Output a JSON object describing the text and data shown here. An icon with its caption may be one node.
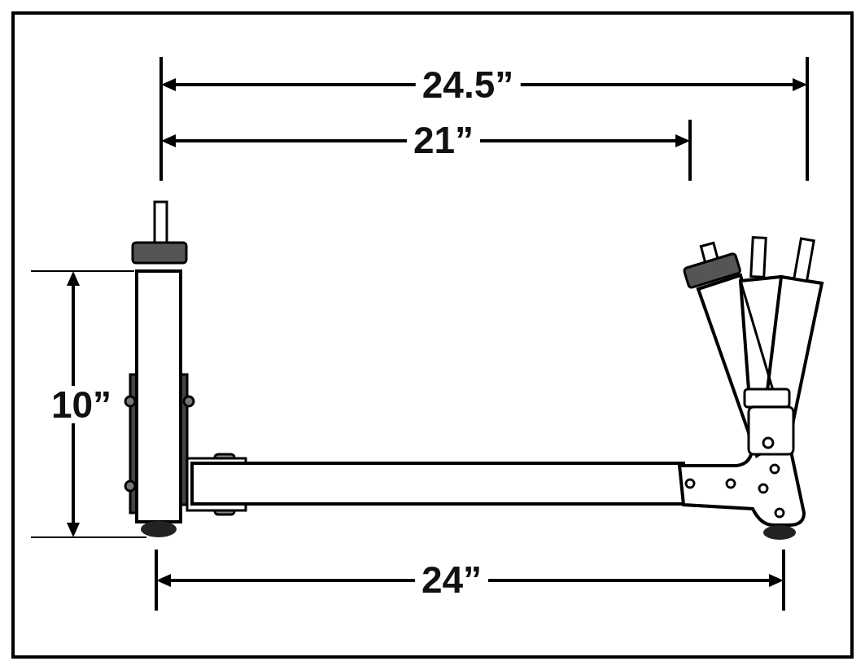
{
  "diagram": {
    "labels": [
      "24.5”",
      "21”",
      "10”",
      "24”"
    ]
  }
}
